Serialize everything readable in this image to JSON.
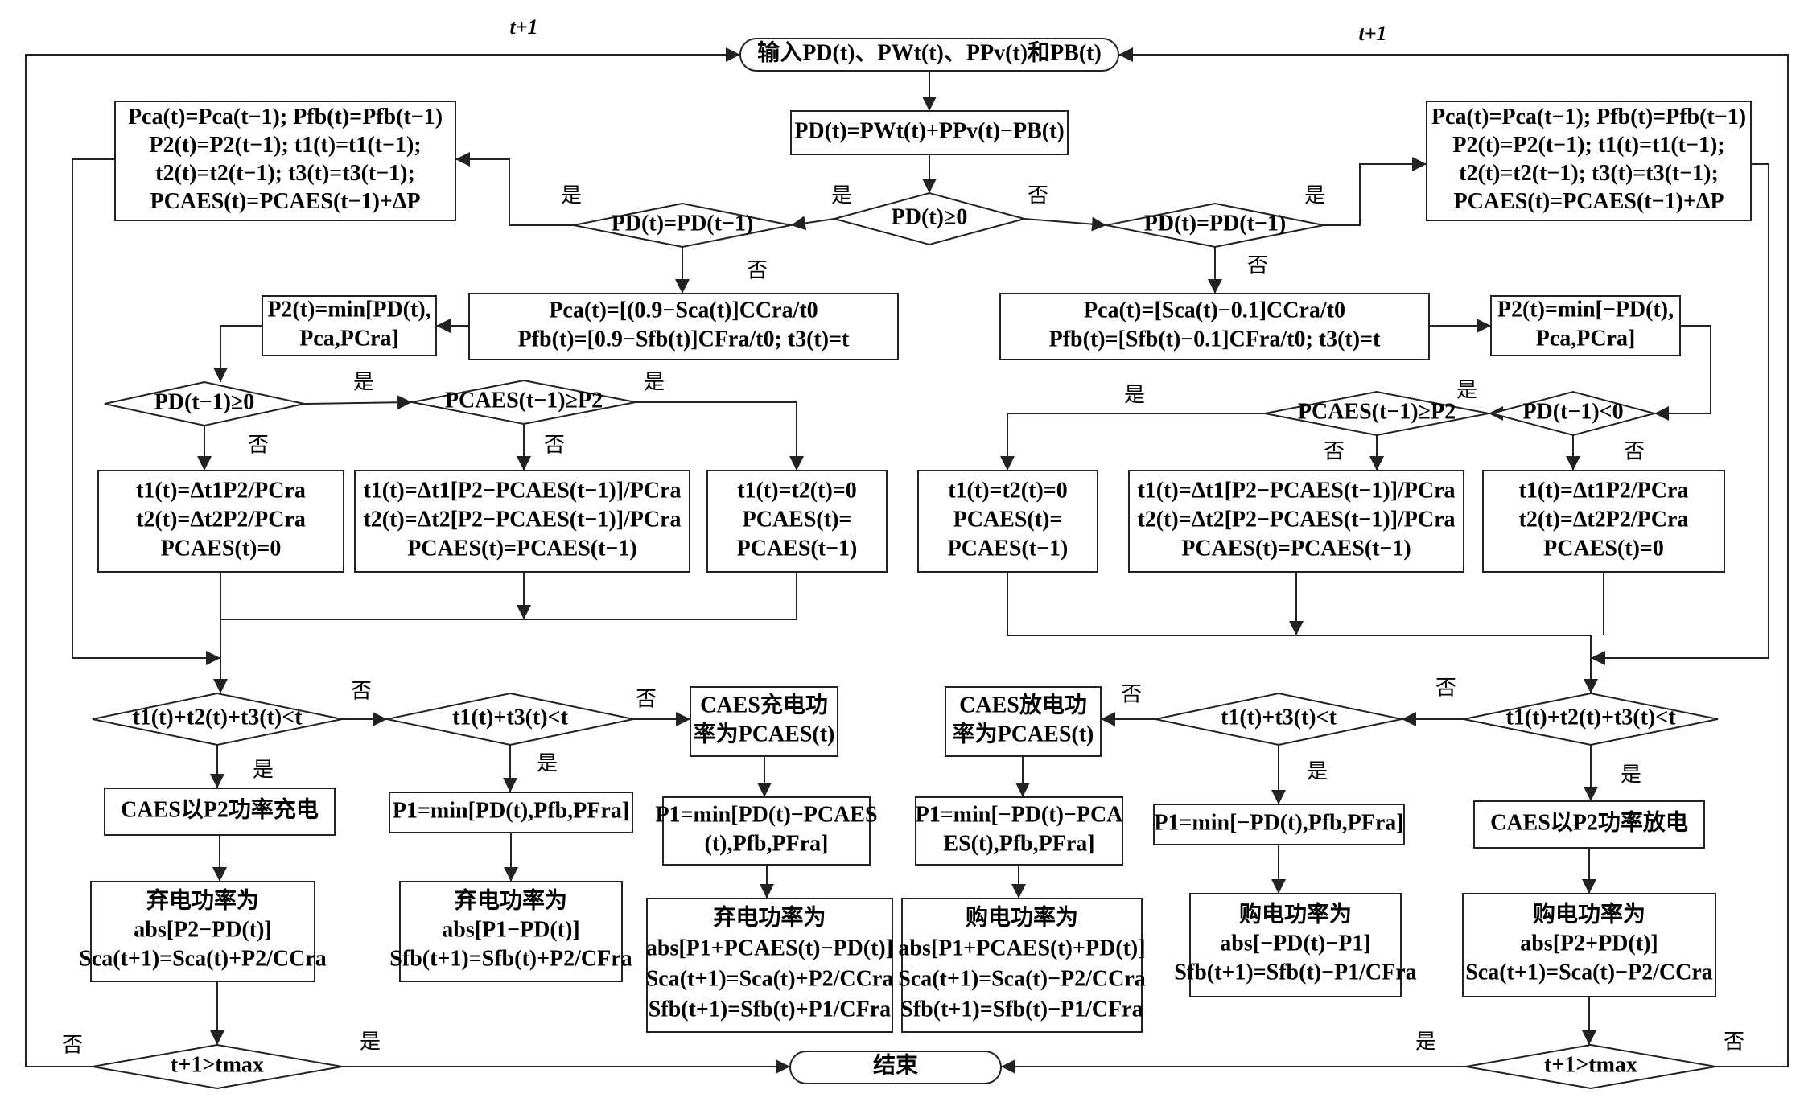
{
  "nodes": {
    "input": "输入PD(t)、PWt(t)、PPv(t)和PB(t)",
    "pd_calc": "PD(t)=PWt(t)+PPv(t)−PB(t)",
    "pd_ge0": "PD(t)≥0",
    "l_pd_eq": "PD(t)=PD(t−1)",
    "r_pd_eq": "PD(t)=PD(t−1)",
    "l_keep": [
      "Pca(t)=Pca(t−1); Pfb(t)=Pfb(t−1)",
      "P2(t)=P2(t−1); t1(t)=t1(t−1);",
      "t2(t)=t2(t−1); t3(t)=t3(t−1);",
      "PCAES(t)=PCAES(t−1)+ΔP"
    ],
    "r_keep": [
      "Pca(t)=Pca(t−1); Pfb(t)=Pfb(t−1)",
      "P2(t)=P2(t−1); t1(t)=t1(t−1);",
      "t2(t)=t2(t−1); t3(t)=t3(t−1);",
      "PCAES(t)=PCAES(t−1)+ΔP"
    ],
    "l_pca": [
      "Pca(t)=[(0.9−Sca(t)]CCra/t0",
      "Pfb(t)=[0.9−Sfb(t)]CFra/t0; t3(t)=t"
    ],
    "r_pca": [
      "Pca(t)=[Sca(t)−0.1]CCra/t0",
      "Pfb(t)=[Sfb(t)−0.1]CFra/t0; t3(t)=t"
    ],
    "l_p2": [
      "P2(t)=min[PD(t),",
      "Pca,PCra]"
    ],
    "r_p2": [
      "P2(t)=min[−PD(t),",
      "Pca,PCra]"
    ],
    "l_pdprev": "PD(t−1)≥0",
    "l_pcaes": "PCAES(t−1)≥P2",
    "r_pcaes": "PCAES(t−1)≥P2",
    "r_pdprev": "PD(t−1)<0",
    "l_t1a": [
      "t1(t)=Δt1P2/PCra",
      "t2(t)=Δt2P2/PCra",
      "PCAES(t)=0"
    ],
    "l_t1b": [
      "t1(t)=Δt1[P2−PCAES(t−1)]/PCra",
      "t2(t)=Δt2[P2−PCAES(t−1)]/PCra",
      "PCAES(t)=PCAES(t−1)"
    ],
    "l_t1c": [
      "t1(t)=t2(t)=0",
      "PCAES(t)=",
      "PCAES(t−1)"
    ],
    "r_t1c": [
      "t1(t)=t2(t)=0",
      "PCAES(t)=",
      "PCAES(t−1)"
    ],
    "r_t1b": [
      "t1(t)=Δt1[P2−PCAES(t−1)]/PCra",
      "t2(t)=Δt2[P2−PCAES(t−1)]/PCra",
      "PCAES(t)=PCAES(t−1)"
    ],
    "r_t1a": [
      "t1(t)=Δt1P2/PCra",
      "t2(t)=Δt2P2/PCra",
      "PCAES(t)=0"
    ],
    "l_sum3": "t1(t)+t2(t)+t3(t)<t",
    "l_sum2": "t1(t)+t3(t)<t",
    "r_sum2": "t1(t)+t3(t)<t",
    "r_sum3": "t1(t)+t2(t)+t3(t)<t",
    "l_charge_fn": [
      "CAES充电功",
      "率为PCAES(t)"
    ],
    "r_discharge_fn": [
      "CAES放电功",
      "率为PCAES(t)"
    ],
    "l_charge_p2": "CAES以P2功率充电",
    "r_discharge_p2": "CAES以P2功率放电",
    "l_p1min": "P1=min[PD(t),Pfb,PFra]",
    "l_p1min2": [
      "P1=min[PD(t)−PCAES",
      "(t),Pfb,PFra]"
    ],
    "r_p1min2": [
      "P1=min[−PD(t)−PCA",
      "ES(t),Pfb,PFra]"
    ],
    "r_p1min": "P1=min[−PD(t),Pfb,PFra]",
    "l_curt1": [
      "弃电功率为",
      "abs[P2−PD(t)]",
      "Sca(t+1)=Sca(t)+P2/CCra"
    ],
    "l_curt2": [
      "弃电功率为",
      "abs[P1−PD(t)]",
      "Sfb(t+1)=Sfb(t)+P2/CFra"
    ],
    "l_curt3": [
      "弃电功率为",
      "abs[P1+PCAES(t)−PD(t)]",
      "Sca(t+1)=Sca(t)+P2/CCra",
      "Sfb(t+1)=Sfb(t)+P1/CFra"
    ],
    "r_buy3": [
      "购电功率为",
      "abs[P1+PCAES(t)+PD(t)]",
      "Sca(t+1)=Sca(t)−P2/CCra",
      "Sfb(t+1)=Sfb(t)−P1/CFra"
    ],
    "r_buy2": [
      "购电功率为",
      "abs[−PD(t)−P1]",
      "Sfb(t+1)=Sfb(t)−P1/CFra"
    ],
    "r_buy1": [
      "购电功率为",
      "abs[P2+PD(t)]",
      "Sca(t+1)=Sca(t)−P2/CCra"
    ],
    "l_tmax": "t+1>tmax",
    "r_tmax": "t+1>tmax",
    "end": "结束"
  },
  "labels": {
    "yes": "是",
    "no": "否",
    "loop": "t+1"
  }
}
